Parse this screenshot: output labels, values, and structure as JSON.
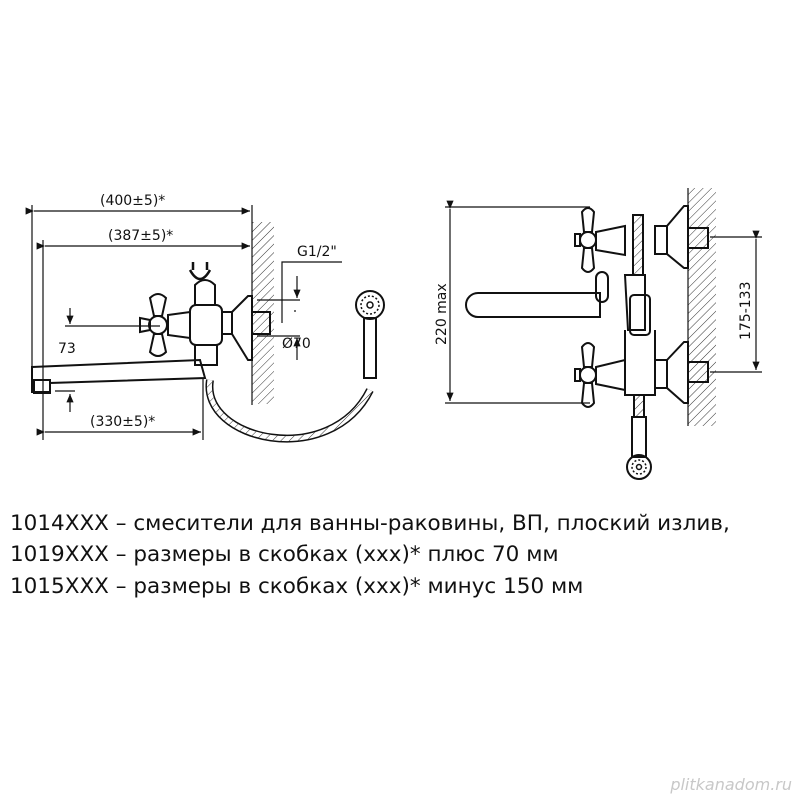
{
  "side_view": {
    "dim_overall": "(400±5)*",
    "dim_wall_to_spout": "(387±5)*",
    "dim_thread": "G1/2\"",
    "dim_flange": "Ø70",
    "dim_height": "73",
    "dim_spout": "(330±5)*"
  },
  "front_view": {
    "dim_height_max": "220 max",
    "dim_centers": "175-133"
  },
  "notes": [
    "1014XXX – смесители для ванны-раковины, ВП, плоский излив,",
    "1019XXX – размеры в скобках (ххх)* плюс 70 мм",
    "1015XXX – размеры в скобках (ххх)* минус 150 мм"
  ],
  "watermark": "plitkanadom.ru"
}
